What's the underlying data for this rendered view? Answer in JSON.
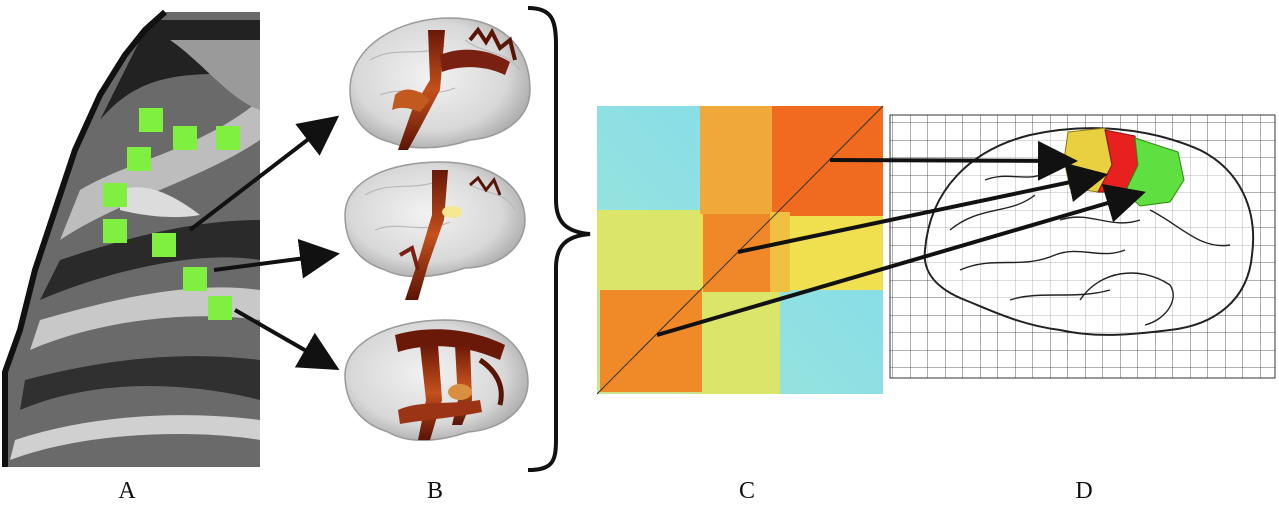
{
  "panels": {
    "a": {
      "label": "A"
    },
    "b": {
      "label": "B"
    },
    "c": {
      "label": "C"
    },
    "d": {
      "label": "D"
    }
  },
  "colors": {
    "seed_green": "#80f040",
    "tract_red": "#8a2a10",
    "matrix_high": "#f06a20",
    "matrix_mid": "#f3e040",
    "matrix_low": "#7fe0e8",
    "region_yellow": "#e8d040",
    "region_red": "#e82020",
    "region_green": "#60e040"
  },
  "icons": [
    "brain-slice-image",
    "tractography-brain-image",
    "similarity-matrix-image",
    "parcellated-brain-image"
  ]
}
